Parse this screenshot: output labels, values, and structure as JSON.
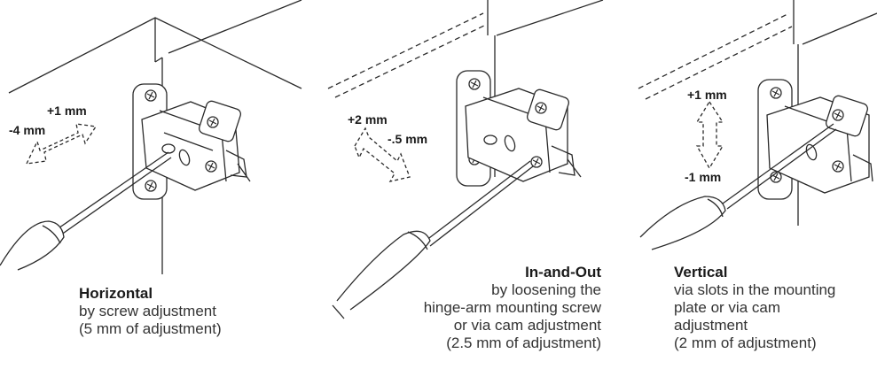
{
  "colors": {
    "line": "#2a2a2a",
    "text": "#1a1a1a",
    "background": "#ffffff"
  },
  "panels": [
    {
      "adjust_labels": [
        "+1 mm",
        "-4 mm"
      ],
      "title": "Horizontal",
      "lines": [
        "by screw adjustment",
        "(5 mm of adjustment)"
      ]
    },
    {
      "adjust_labels": [
        "+2 mm",
        "-.5 mm"
      ],
      "title": "In-and-Out",
      "lines": [
        "by loosening the",
        "hinge-arm mounting screw",
        "or via cam adjustment",
        "(2.5 mm of adjustment)"
      ]
    },
    {
      "adjust_labels": [
        "+1 mm",
        "-1 mm"
      ],
      "title": "Vertical",
      "lines": [
        "via slots in the mounting",
        "plate or via cam",
        "adjustment",
        "(2 mm of adjustment)"
      ]
    }
  ]
}
